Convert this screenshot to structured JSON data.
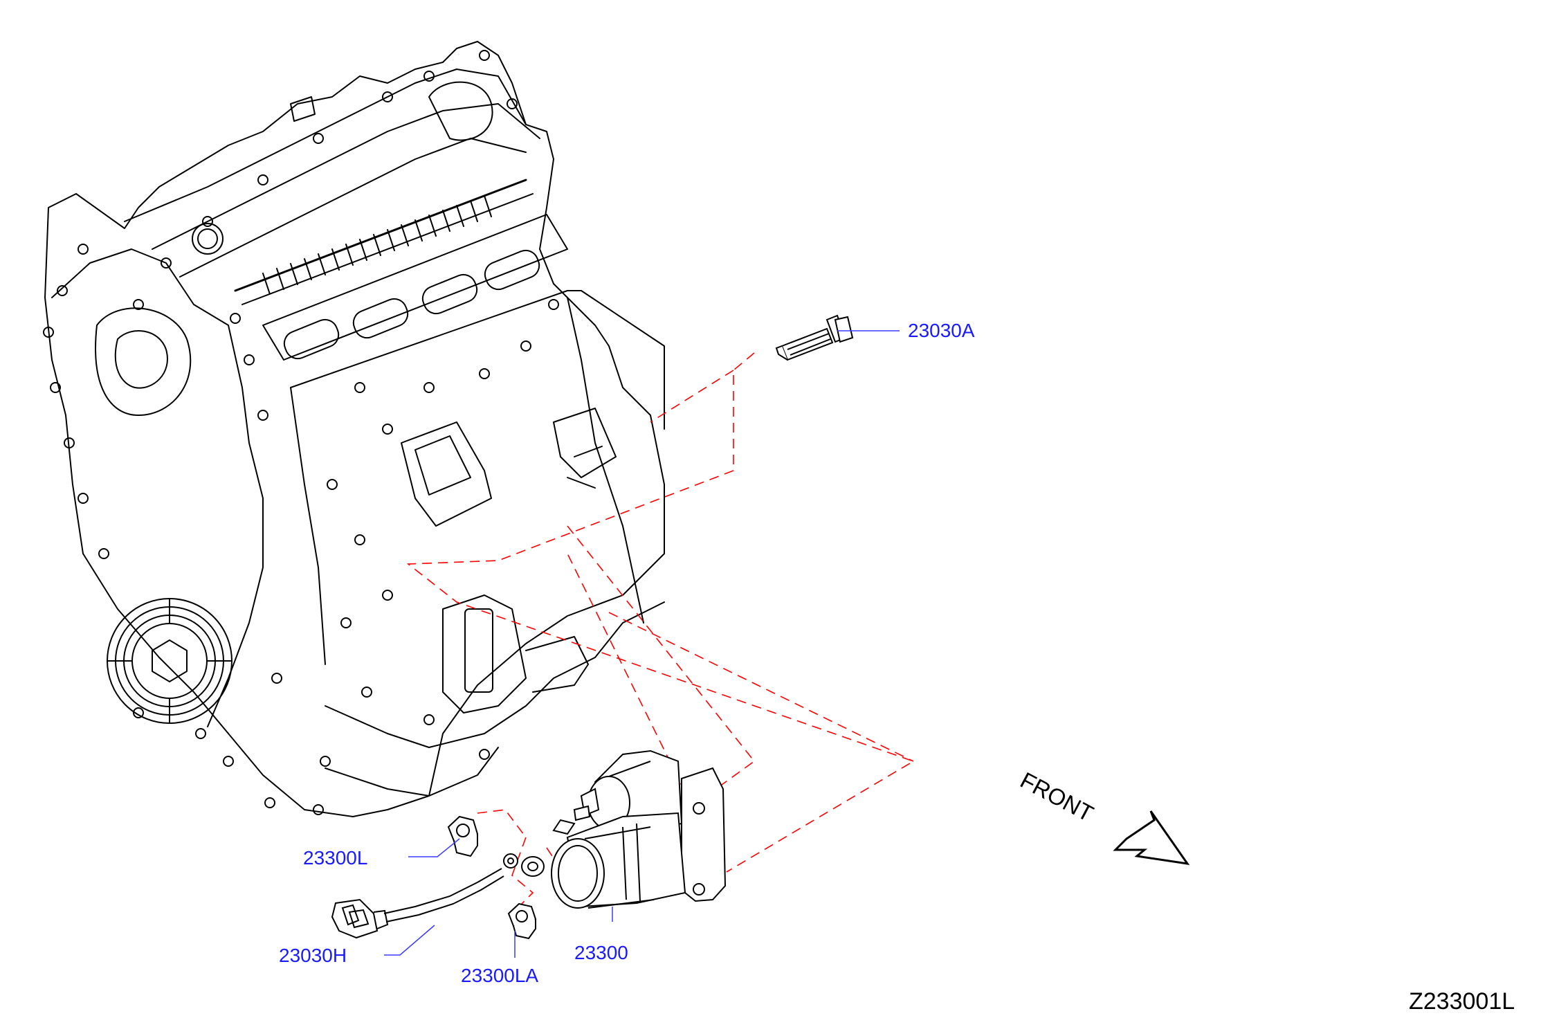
{
  "diagram": {
    "id_code": "Z233001L",
    "direction_label": "FRONT",
    "colors": {
      "line_art": "#000000",
      "callout_text": "#1a1aff",
      "leader_line": "#3a3aff",
      "dashed_guide": "#ff0000",
      "background": "#ffffff"
    },
    "icons": [
      "engine-block-drawing",
      "starter-motor-drawing",
      "bolt-drawing",
      "nut-drawing",
      "washer-drawing",
      "harness-drawing",
      "front-arrow-icon"
    ],
    "parts": [
      {
        "key": "bolt",
        "label": "23030A"
      },
      {
        "key": "nut_upper",
        "label": "23300L"
      },
      {
        "key": "harness",
        "label": "23030H"
      },
      {
        "key": "nut_lower",
        "label": "23300LA"
      },
      {
        "key": "starter",
        "label": "23300"
      }
    ]
  }
}
